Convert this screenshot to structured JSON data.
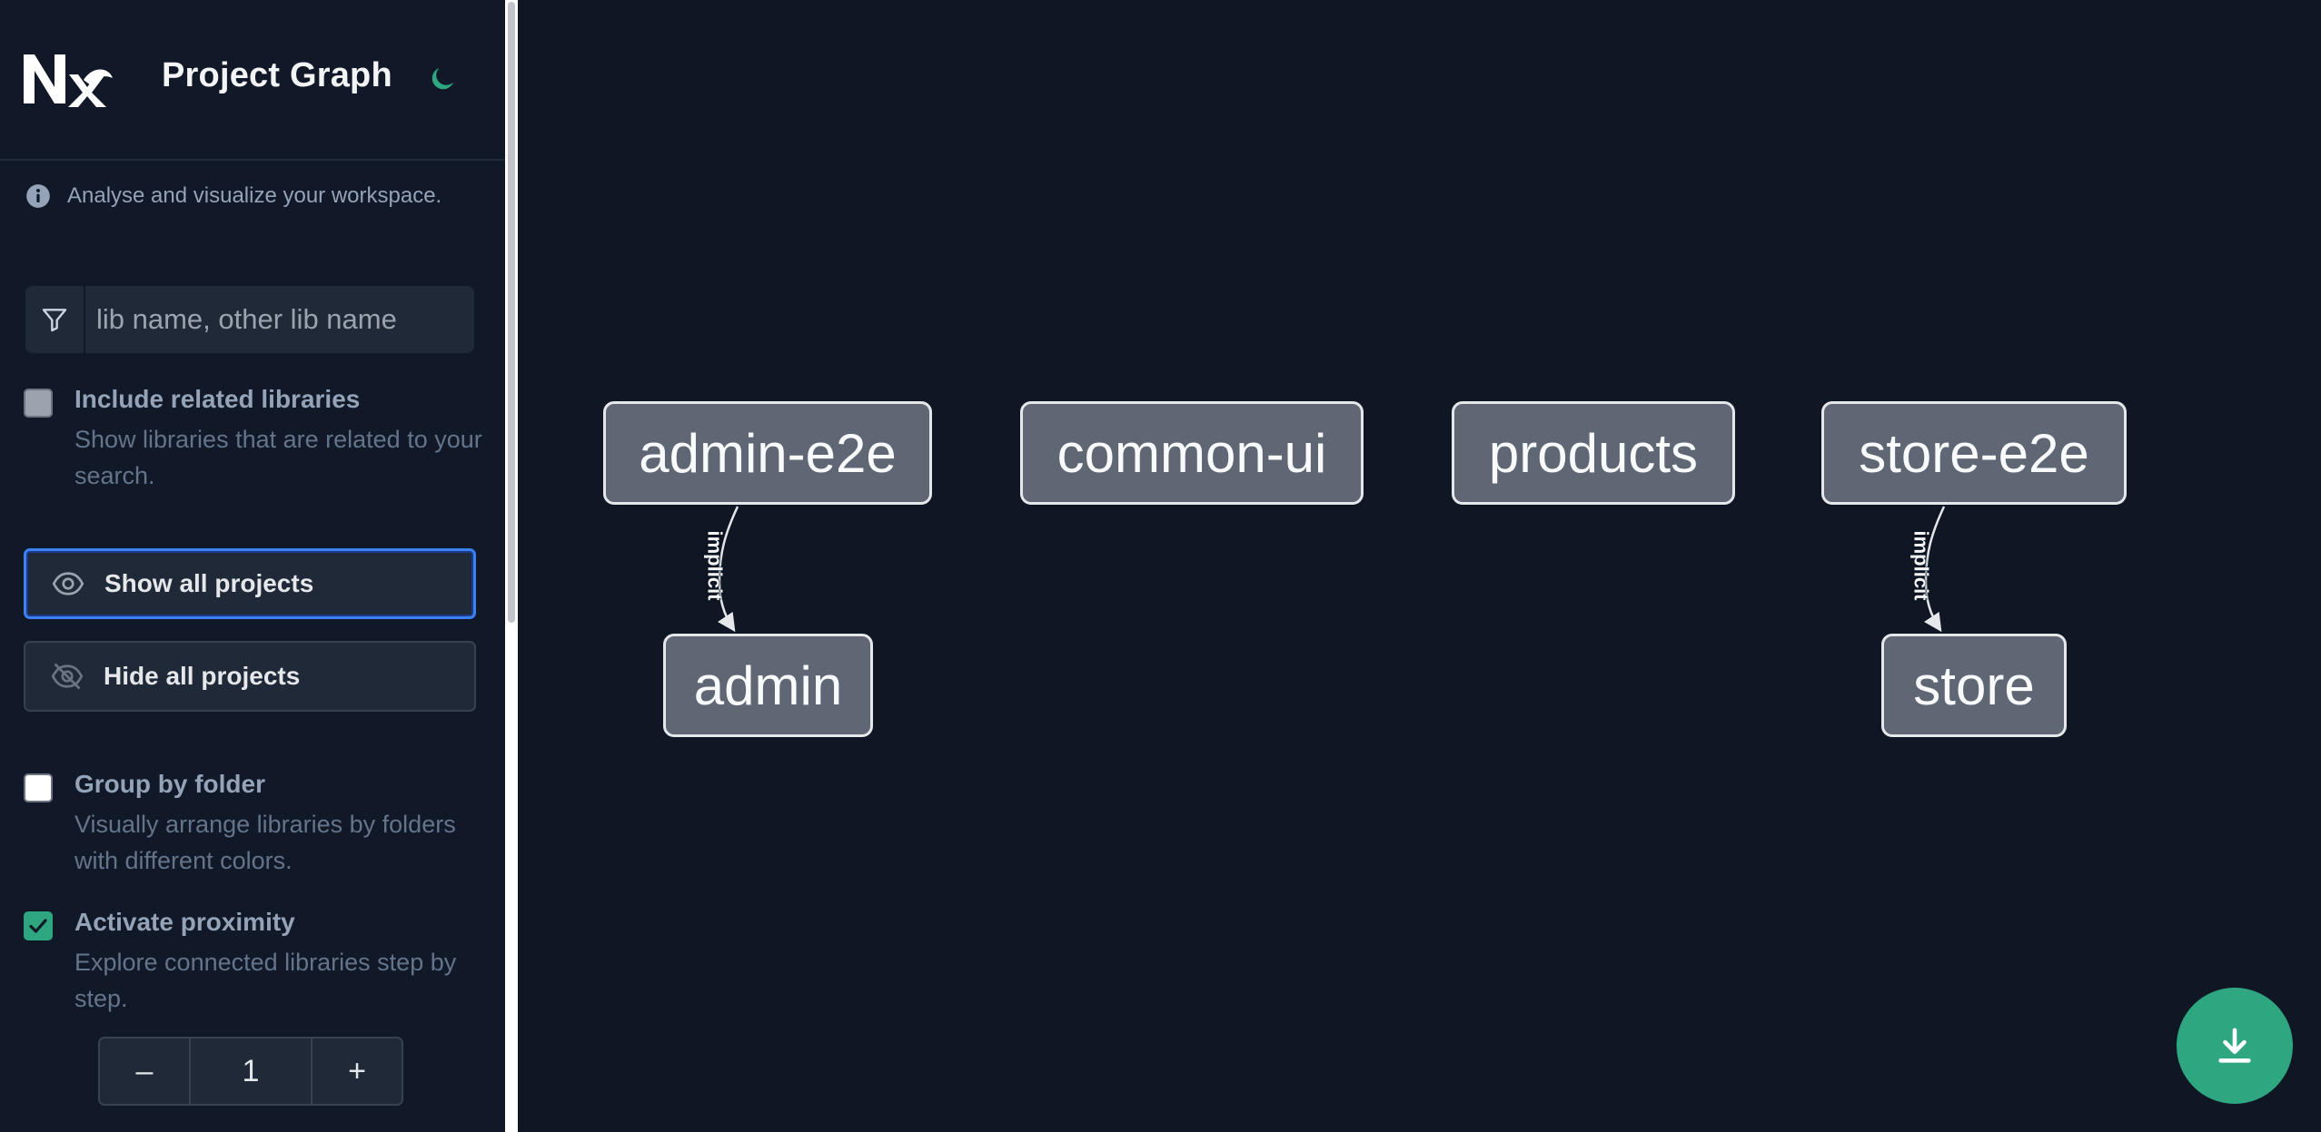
{
  "app": {
    "title": "Project Graph",
    "theme_icon": "moon-icon",
    "logo": "nx-logo"
  },
  "sidebar": {
    "info_text": "Analyse and visualize your workspace.",
    "filter": {
      "placeholder": "lib name, other lib name",
      "value": ""
    },
    "include_related": {
      "label": "Include related libraries",
      "description": "Show libraries that are related to your search.",
      "checked": false,
      "disabled": true
    },
    "show_all_label": "Show all projects",
    "hide_all_label": "Hide all projects",
    "group_by_folder": {
      "label": "Group by folder",
      "description": "Visually arrange libraries by folders with different colors.",
      "checked": false
    },
    "activate_proximity": {
      "label": "Activate proximity",
      "description": "Explore connected libraries step by step.",
      "checked": true
    },
    "proximity_stepper": {
      "decrement": "–",
      "value": "1",
      "increment": "+"
    }
  },
  "graph": {
    "nodes": [
      {
        "id": "admin-e2e",
        "label": "admin-e2e"
      },
      {
        "id": "common-ui",
        "label": "common-ui"
      },
      {
        "id": "products",
        "label": "products"
      },
      {
        "id": "store-e2e",
        "label": "store-e2e"
      },
      {
        "id": "admin",
        "label": "admin"
      },
      {
        "id": "store",
        "label": "store"
      }
    ],
    "edges": [
      {
        "from": "admin-e2e",
        "to": "admin",
        "label": "implicit"
      },
      {
        "from": "store-e2e",
        "to": "store",
        "label": "implicit"
      }
    ]
  },
  "colors": {
    "accent": "#2ea781",
    "background": "#0f1724",
    "sidebar": "#111827",
    "node_fill": "#5f6775",
    "node_border": "#e5e7eb",
    "focus_ring": "#3b82f6"
  },
  "download_icon": "download-icon"
}
